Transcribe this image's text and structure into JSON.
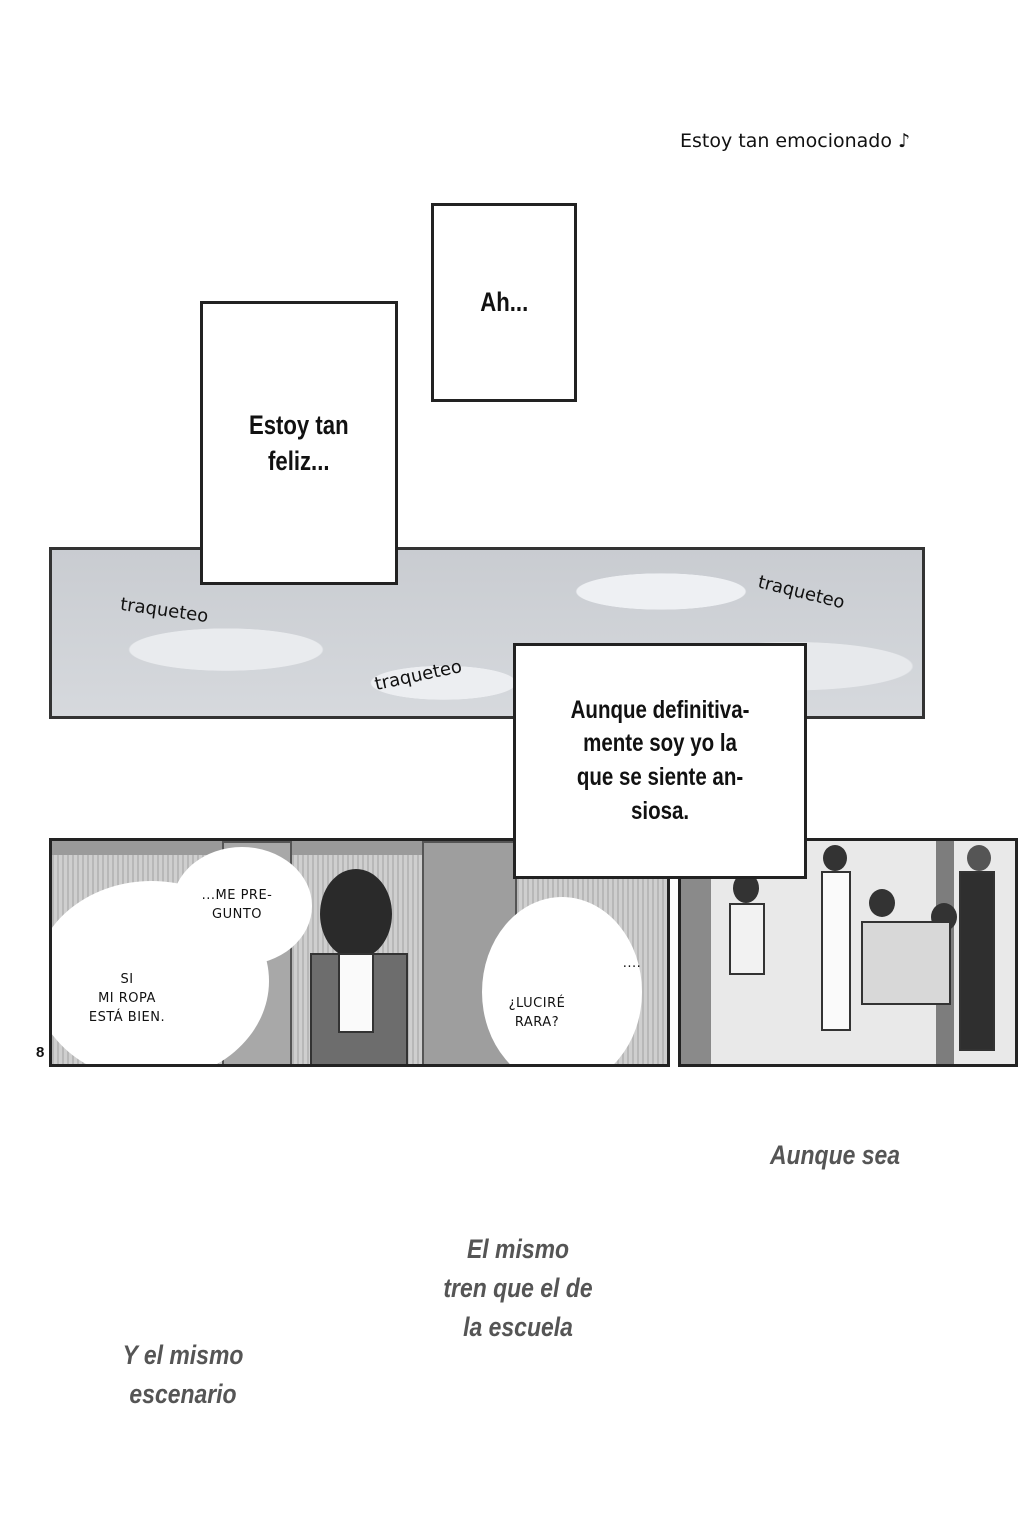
{
  "top_text": "Estoy tan emocionado ♪",
  "boxes": {
    "ah": "Ah...",
    "feliz": "Estoy tan\nfeliz...",
    "ansiosa": "Aunque definitiva-\nmente soy yo la\nque se siente an-\nsiosa."
  },
  "sfx": {
    "left": "traqueteo",
    "middle": "traqueteo",
    "right": "traqueteo"
  },
  "bubbles": {
    "pregunto": "...ME PRE-\nGUNTO",
    "ropa": "SI\nMI ROPA\nESTÁ BIEN.",
    "dots": "....",
    "rara": "¿LUCIRÉ\nRARA?"
  },
  "page_number": "8",
  "narration": {
    "aunque": "Aunque sea",
    "tren": "El mismo\ntren que el de\nla escuela",
    "escenario": "Y el mismo\nescenario"
  }
}
